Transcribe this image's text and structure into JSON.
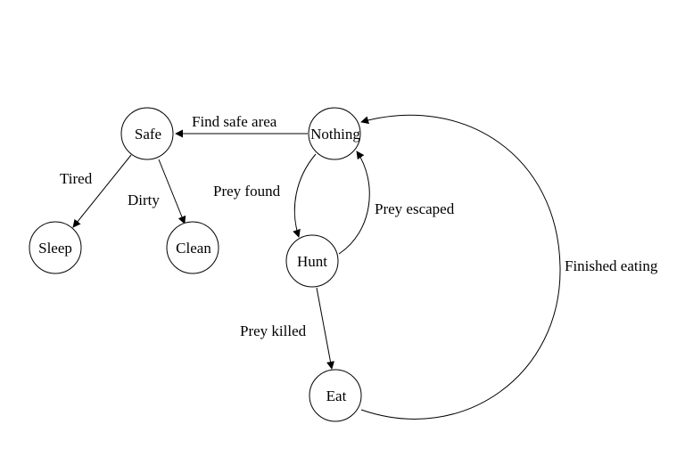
{
  "nodes": {
    "safe": "Safe",
    "nothing": "Nothing",
    "sleep": "Sleep",
    "clean": "Clean",
    "hunt": "Hunt",
    "eat": "Eat"
  },
  "edges": {
    "find_safe_area": "Find safe area",
    "tired": "Tired",
    "dirty": "Dirty",
    "prey_found": "Prey found",
    "prey_escaped": "Prey escaped",
    "prey_killed": "Prey killed",
    "finished_eating": "Finished eating"
  },
  "colors": {
    "stroke": "#000000",
    "background": "#ffffff"
  }
}
